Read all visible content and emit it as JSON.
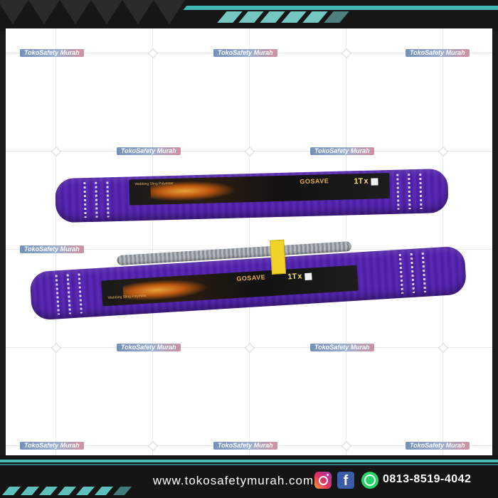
{
  "watermark": "TokoSafety Murah",
  "product": {
    "brand": "GOSAVE",
    "description": "Webbing Sling Polyester",
    "capacity": "1T",
    "capacity_suffix": "x"
  },
  "footer": {
    "website": "www.tokosafetymurah.com",
    "phone": "0813-8519-4042",
    "icons": [
      "instagram-icon",
      "facebook-icon",
      "whatsapp-icon"
    ]
  },
  "colors": {
    "accent": "#47bab6",
    "sling": "#4b1ea0",
    "tag": "#f0d229"
  }
}
